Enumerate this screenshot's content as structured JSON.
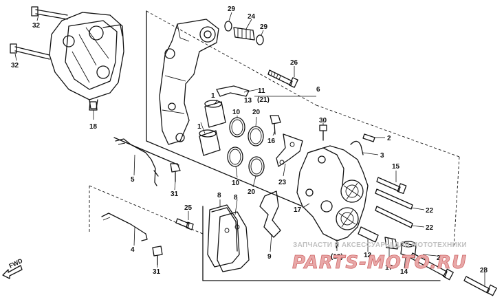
{
  "diagram": {
    "labels": {
      "n1": "1",
      "n2": "2",
      "n3": "3",
      "n4": "4",
      "n5": "5",
      "n6": "6",
      "n7": "7",
      "n8a": "8",
      "n8b": "8",
      "n9": "9",
      "n10a": "10",
      "n10b": "10",
      "n11": "11",
      "n12": "12",
      "n13": "13",
      "n14": "14",
      "n15": "15",
      "n16": "16",
      "n17a": "17",
      "n17b": "17",
      "n18": "18",
      "n19": "(19)",
      "n20a": "20",
      "n20b": "20",
      "n21": "(21)",
      "n22a": "22",
      "n22b": "22",
      "n23": "23",
      "n24": "24",
      "n25": "25",
      "n26": "26",
      "n27": "27",
      "n28": "28",
      "n29a": "29",
      "n29b": "29",
      "n30": "30",
      "n31a": "31",
      "n31b": "31",
      "n32a": "32",
      "n32b": "32"
    },
    "fwd_label": "FWD"
  },
  "watermark": {
    "caption": "ЗАПЧАСТИ И АКСЕССУАРЫ ДЛЯ МОТОТЕХНИКИ",
    "logo": "PARTS-MOTO.RU"
  }
}
